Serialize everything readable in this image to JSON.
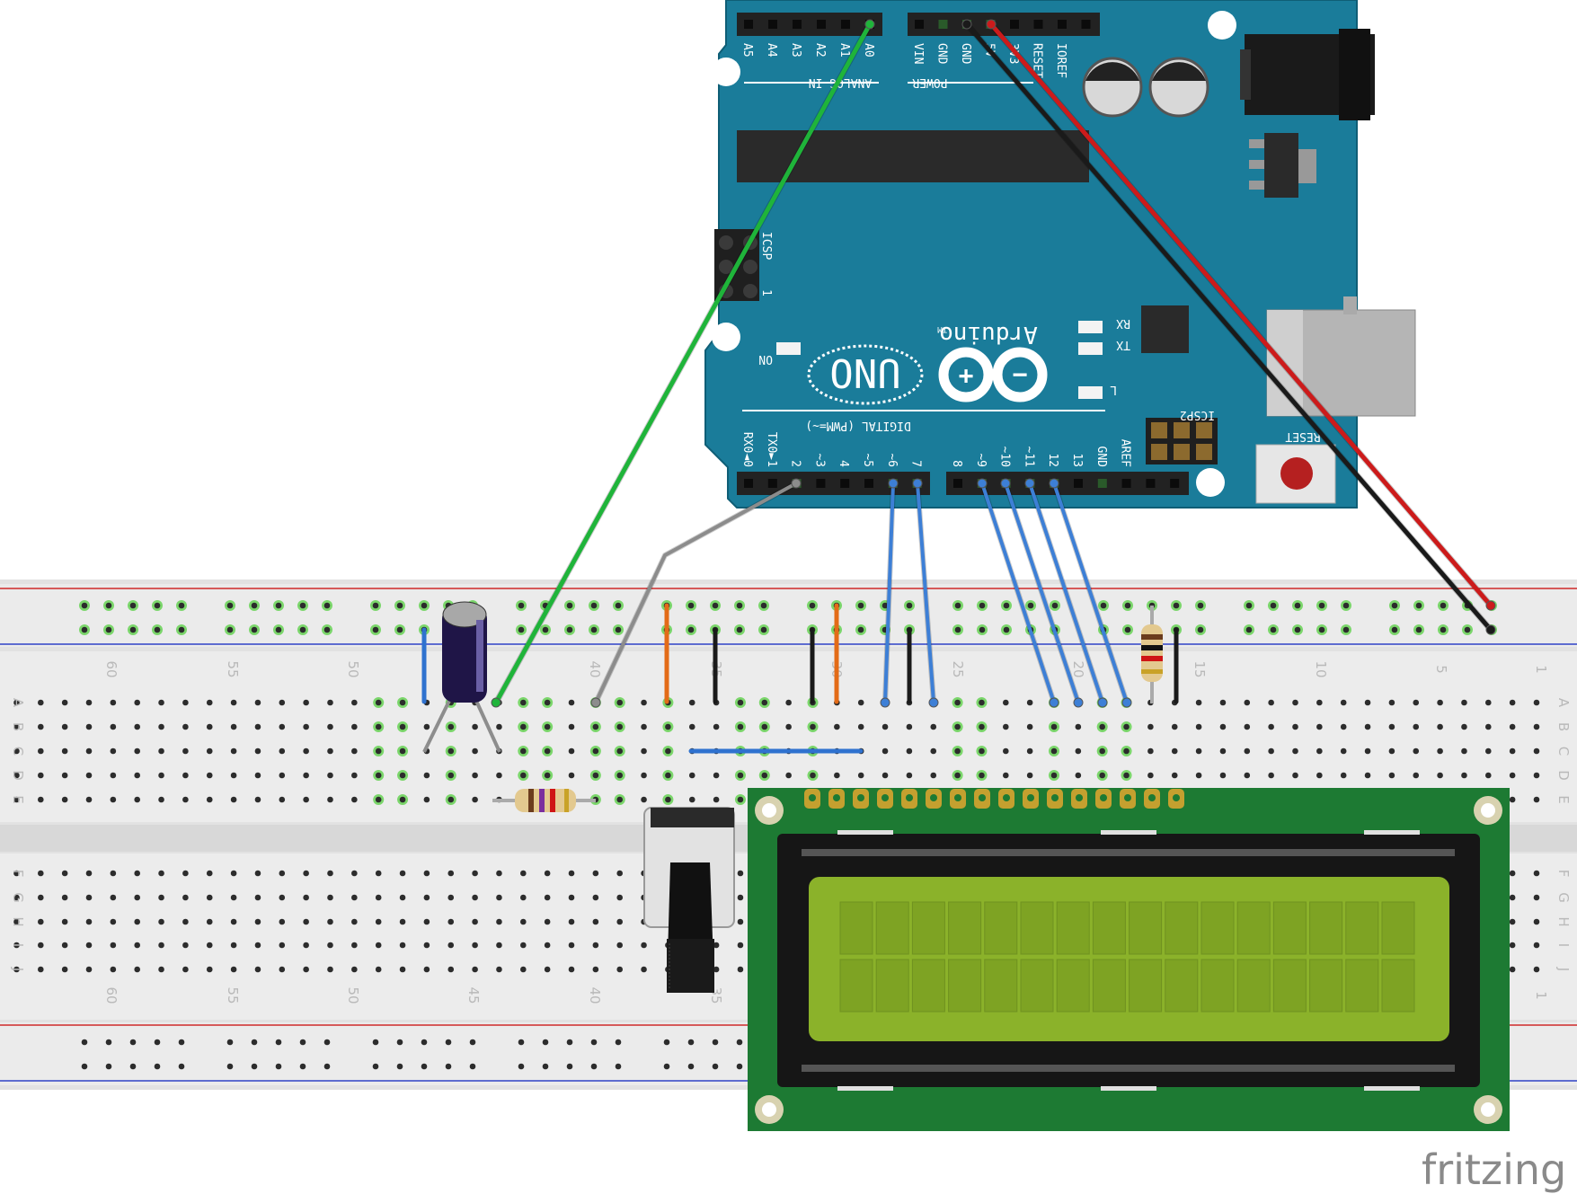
{
  "breadboard": {
    "column_numbers": [
      "60",
      "55",
      "50",
      "45",
      "40",
      "35",
      "30",
      "25",
      "20",
      "15",
      "10",
      "5",
      "1"
    ],
    "row_letters_top": [
      "A",
      "B",
      "C",
      "D",
      "E"
    ],
    "row_letters_bottom": [
      "F",
      "G",
      "H",
      "I",
      "J"
    ]
  },
  "arduino": {
    "brand": "Arduino",
    "trademark": "TM",
    "model": "UNO",
    "analog_pins": [
      "A5",
      "A4",
      "A3",
      "A2",
      "A1",
      "A0"
    ],
    "analog_header": "ANALOG IN",
    "power_pins": [
      "VIN",
      "GND",
      "GND",
      "5V",
      "3V3",
      "RESET",
      "IOREF"
    ],
    "power_header": "POWER",
    "digital_pins_low": [
      "RX0◄0",
      "TX0►1",
      "2",
      "~3",
      "4",
      "~5",
      "~6",
      "7"
    ],
    "digital_pins_high": [
      "8",
      "~9",
      "~10",
      "~11",
      "12",
      "13",
      "GND",
      "AREF"
    ],
    "digital_header": "DIGITAL (PWM=~)",
    "icsp": "ICSP",
    "icsp_num": "1",
    "icsp2": "ICSP2",
    "on_label": "ON",
    "rx_label": "RX",
    "tx_label": "TX",
    "l_label": "L",
    "reset_label": "RESET"
  },
  "lcd": {
    "rows": 2,
    "cols": 16
  },
  "wires": [
    {
      "name": "wire-a0-green",
      "color": "#1fb43a"
    },
    {
      "name": "wire-gnd-black",
      "color": "#1a1a1a"
    },
    {
      "name": "wire-5v-red",
      "color": "#cc1b1b"
    },
    {
      "name": "wire-d2-gray",
      "color": "#8c8c8c"
    },
    {
      "name": "wire-d6-blue",
      "color": "#3d7fd6"
    },
    {
      "name": "wire-d7-blue",
      "color": "#3d7fd6"
    },
    {
      "name": "wire-d9-blue",
      "color": "#3d7fd6"
    },
    {
      "name": "wire-d10-blue",
      "color": "#3d7fd6"
    },
    {
      "name": "wire-d11-blue",
      "color": "#3d7fd6"
    },
    {
      "name": "wire-d12-blue",
      "color": "#3d7fd6"
    }
  ],
  "watermark": "fritzing"
}
